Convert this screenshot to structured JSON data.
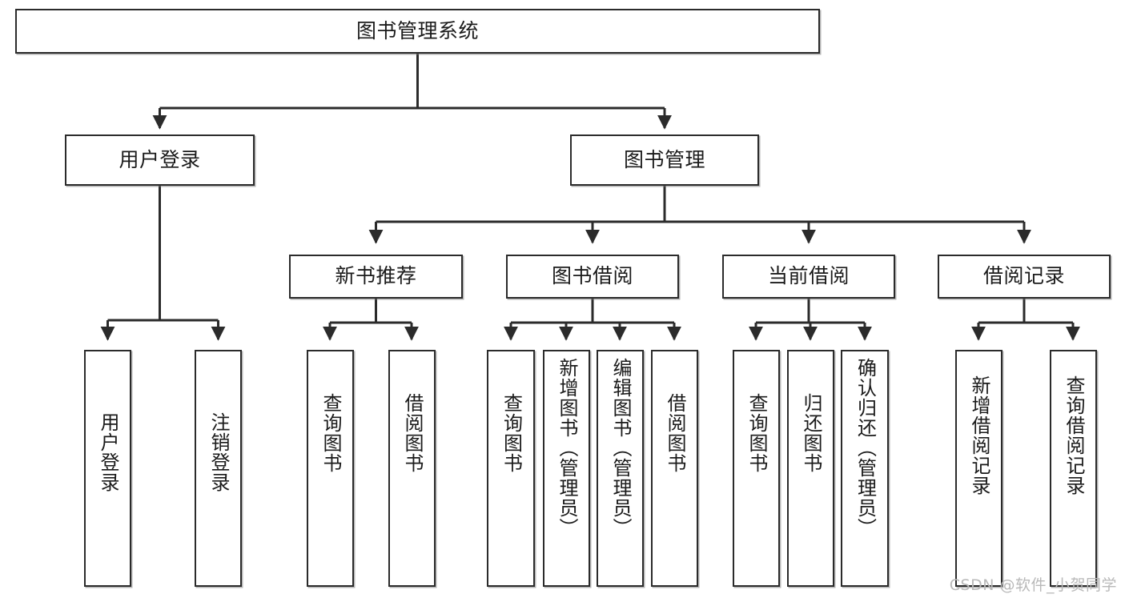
{
  "diagram": {
    "title": "图书管理系统",
    "type": "tree",
    "stroke_color": "#2b2b2b",
    "fill_color": "#ffffff",
    "text_color": "#1b1b1b",
    "watermark": "CSDN @软件_小贺同学",
    "nodes": {
      "root": {
        "label": "图书管理系统"
      },
      "level2": [
        {
          "id": "user-login",
          "label": "用户登录"
        },
        {
          "id": "book-manage",
          "label": "图书管理"
        }
      ],
      "level3": [
        {
          "id": "new-book-rec",
          "label": "新书推荐"
        },
        {
          "id": "book-borrow",
          "label": "图书借阅"
        },
        {
          "id": "current-borrow",
          "label": "当前借阅"
        },
        {
          "id": "borrow-record",
          "label": "借阅记录"
        }
      ],
      "leaves": {
        "user-login": [
          {
            "id": "leaf-user-login",
            "label": "用户登录"
          },
          {
            "id": "leaf-user-logout",
            "label": "注销登录"
          }
        ],
        "new-book-rec": [
          {
            "id": "leaf-query-book-1",
            "label": "查询图书"
          },
          {
            "id": "leaf-borrow-book-1",
            "label": "借阅图书"
          }
        ],
        "book-borrow": [
          {
            "id": "leaf-query-book-2",
            "label": "查询图书"
          },
          {
            "id": "leaf-add-book",
            "label": "新增图书（管理员）"
          },
          {
            "id": "leaf-edit-book",
            "label": "编辑图书（管理员）"
          },
          {
            "id": "leaf-borrow-book-2",
            "label": "借阅图书"
          }
        ],
        "current-borrow": [
          {
            "id": "leaf-query-book-3",
            "label": "查询图书"
          },
          {
            "id": "leaf-return-book",
            "label": "归还图书"
          },
          {
            "id": "leaf-confirm-return",
            "label": "确认归还（管理员）"
          }
        ],
        "borrow-record": [
          {
            "id": "leaf-add-record",
            "label": "新增借阅记录"
          },
          {
            "id": "leaf-query-record",
            "label": "查询借阅记录"
          }
        ]
      }
    }
  }
}
